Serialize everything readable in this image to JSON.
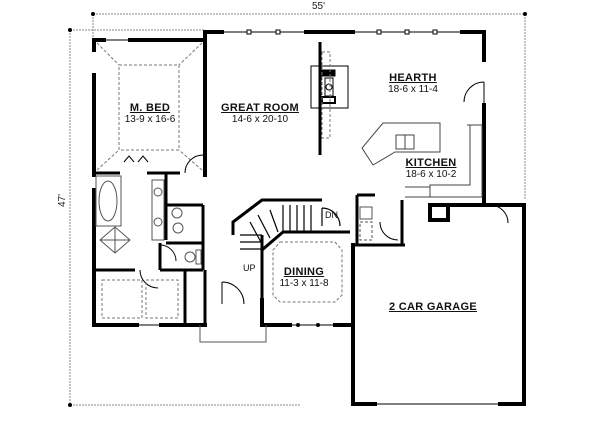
{
  "plan": {
    "overall_width": "55'",
    "overall_depth": "47'",
    "stair_up": "UP",
    "stair_down": "DN",
    "rooms": [
      {
        "id": "master-bedroom",
        "name": "M. BED",
        "dims": "13-9 x 16-6"
      },
      {
        "id": "great-room",
        "name": "GREAT ROOM",
        "dims": "14-6 x 20-10"
      },
      {
        "id": "hearth",
        "name": "HEARTH",
        "dims": "18-6 x 11-4"
      },
      {
        "id": "kitchen",
        "name": "KITCHEN",
        "dims": "18-6 x 10-2"
      },
      {
        "id": "dining",
        "name": "DINING",
        "dims": "11-3 x 11-8"
      },
      {
        "id": "garage",
        "name": "2 CAR GARAGE",
        "dims": ""
      }
    ]
  },
  "colors": {
    "wall": "#000000",
    "fixture": "#444444",
    "dimension_line": "#777777",
    "background": "#ffffff"
  }
}
